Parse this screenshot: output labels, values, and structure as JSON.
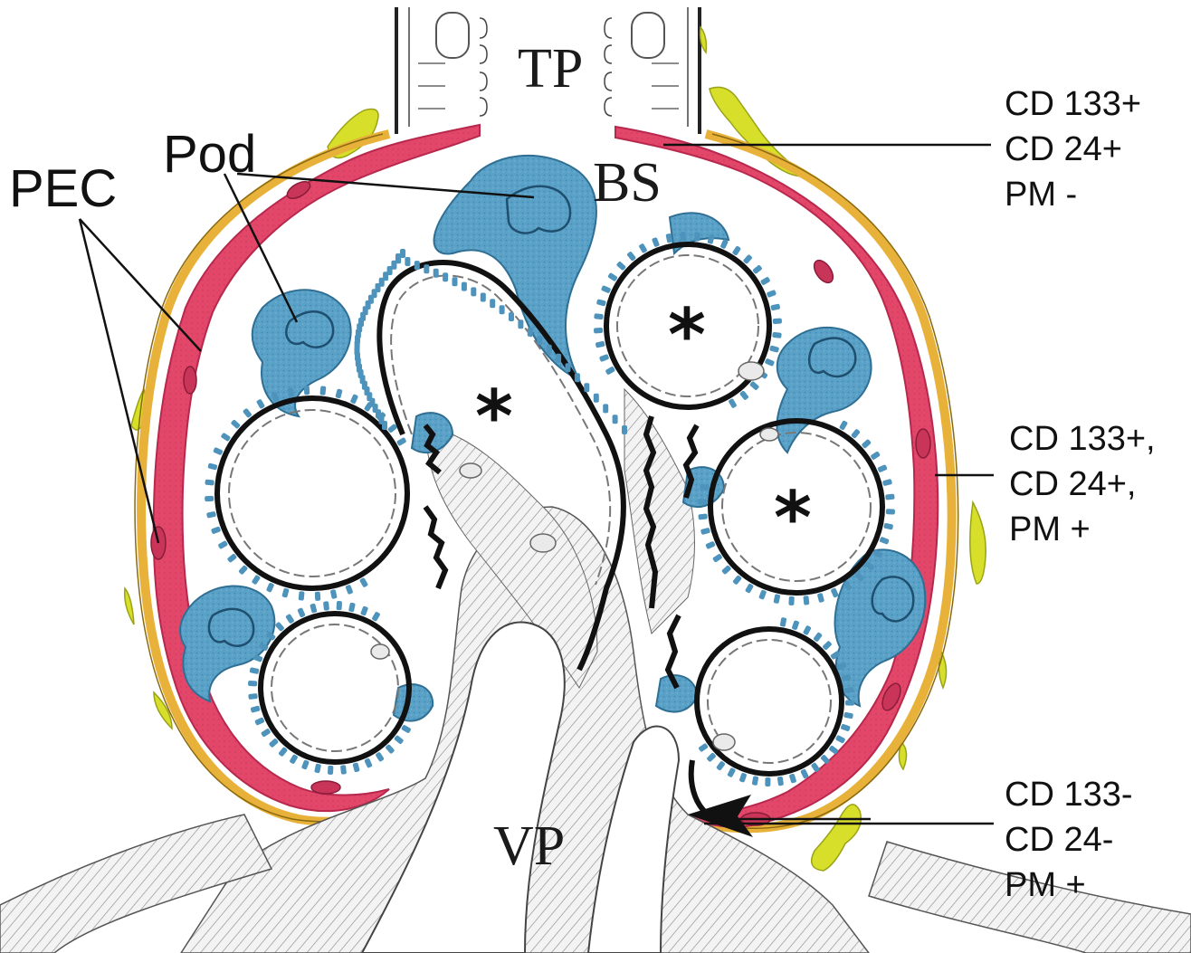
{
  "labels": {
    "pec": "PEC",
    "pod": "Pod",
    "tp": "TP",
    "bs": "BS",
    "vp": "VP",
    "asterisk": "*"
  },
  "marker_groups": [
    {
      "lines": [
        "CD 133+",
        "CD 24+",
        "PM -"
      ]
    },
    {
      "lines": [
        "CD 133+,",
        "CD 24+,",
        "PM +"
      ]
    },
    {
      "lines": [
        "CD 133-",
        "CD 24-",
        "PM +"
      ]
    }
  ],
  "colors": {
    "pec_cell": "#e2476a",
    "pec_border": "#b8284d",
    "basement_membrane": "#e8b23a",
    "podocyte": "#5aa1c8",
    "podocyte_dark": "#2f6f94",
    "extraglomerular_cell": "#d7df2a",
    "capillary_wall": "#111111",
    "mesangium_hatch": "#9a9a9a",
    "background": "#ffffff"
  }
}
